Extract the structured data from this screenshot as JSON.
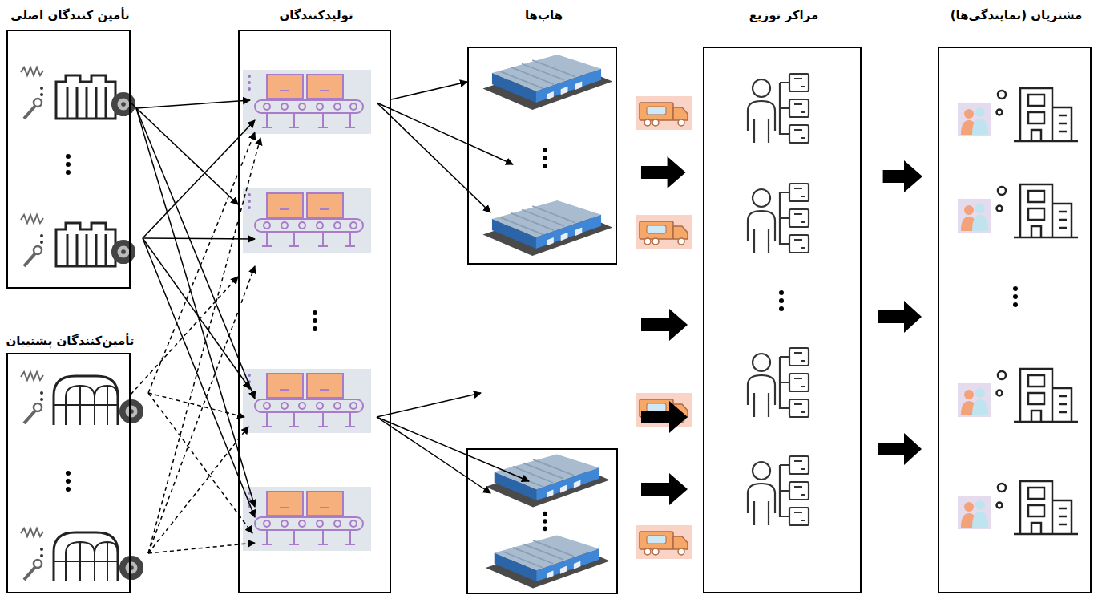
{
  "diagram": {
    "nodes": [
      {
        "text": [
          "تأمین کنندگان اصلی"
        ]
      },
      {
        "text": [
          "تأمین‌کنندگان پشتیبان"
        ]
      },
      {
        "text": [
          "تولیدکنندگان"
        ]
      },
      {
        "text": [
          "هاب‌ها"
        ]
      },
      {
        "text": [
          "مراکز توزیع"
        ]
      },
      {
        "text": [
          "مشتریان (نمایندگی‌ها)"
        ]
      }
    ],
    "edges": [
      {
        "from": 0,
        "to": 2,
        "arrow": "to"
      },
      {
        "from": 1,
        "to": 2,
        "arrow": "to"
      },
      {
        "from": 2,
        "to": 3,
        "arrow": "to"
      },
      {
        "from": 3,
        "to": 4,
        "arrow": "to"
      },
      {
        "from": 4,
        "to": 5,
        "arrow": "to"
      }
    ]
  }
}
